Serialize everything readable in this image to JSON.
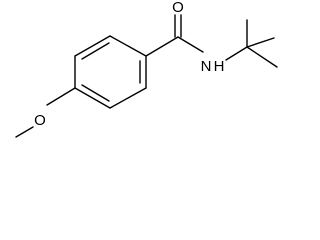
{
  "molecule": {
    "atoms": {
      "carbonyl_oxygen": "O",
      "amide_nitrogen": "N",
      "amide_hydrogen": "H",
      "ether_oxygen": "O"
    }
  },
  "colors": {
    "bond": "#000000",
    "label": "#000000",
    "background": "#ffffff"
  }
}
